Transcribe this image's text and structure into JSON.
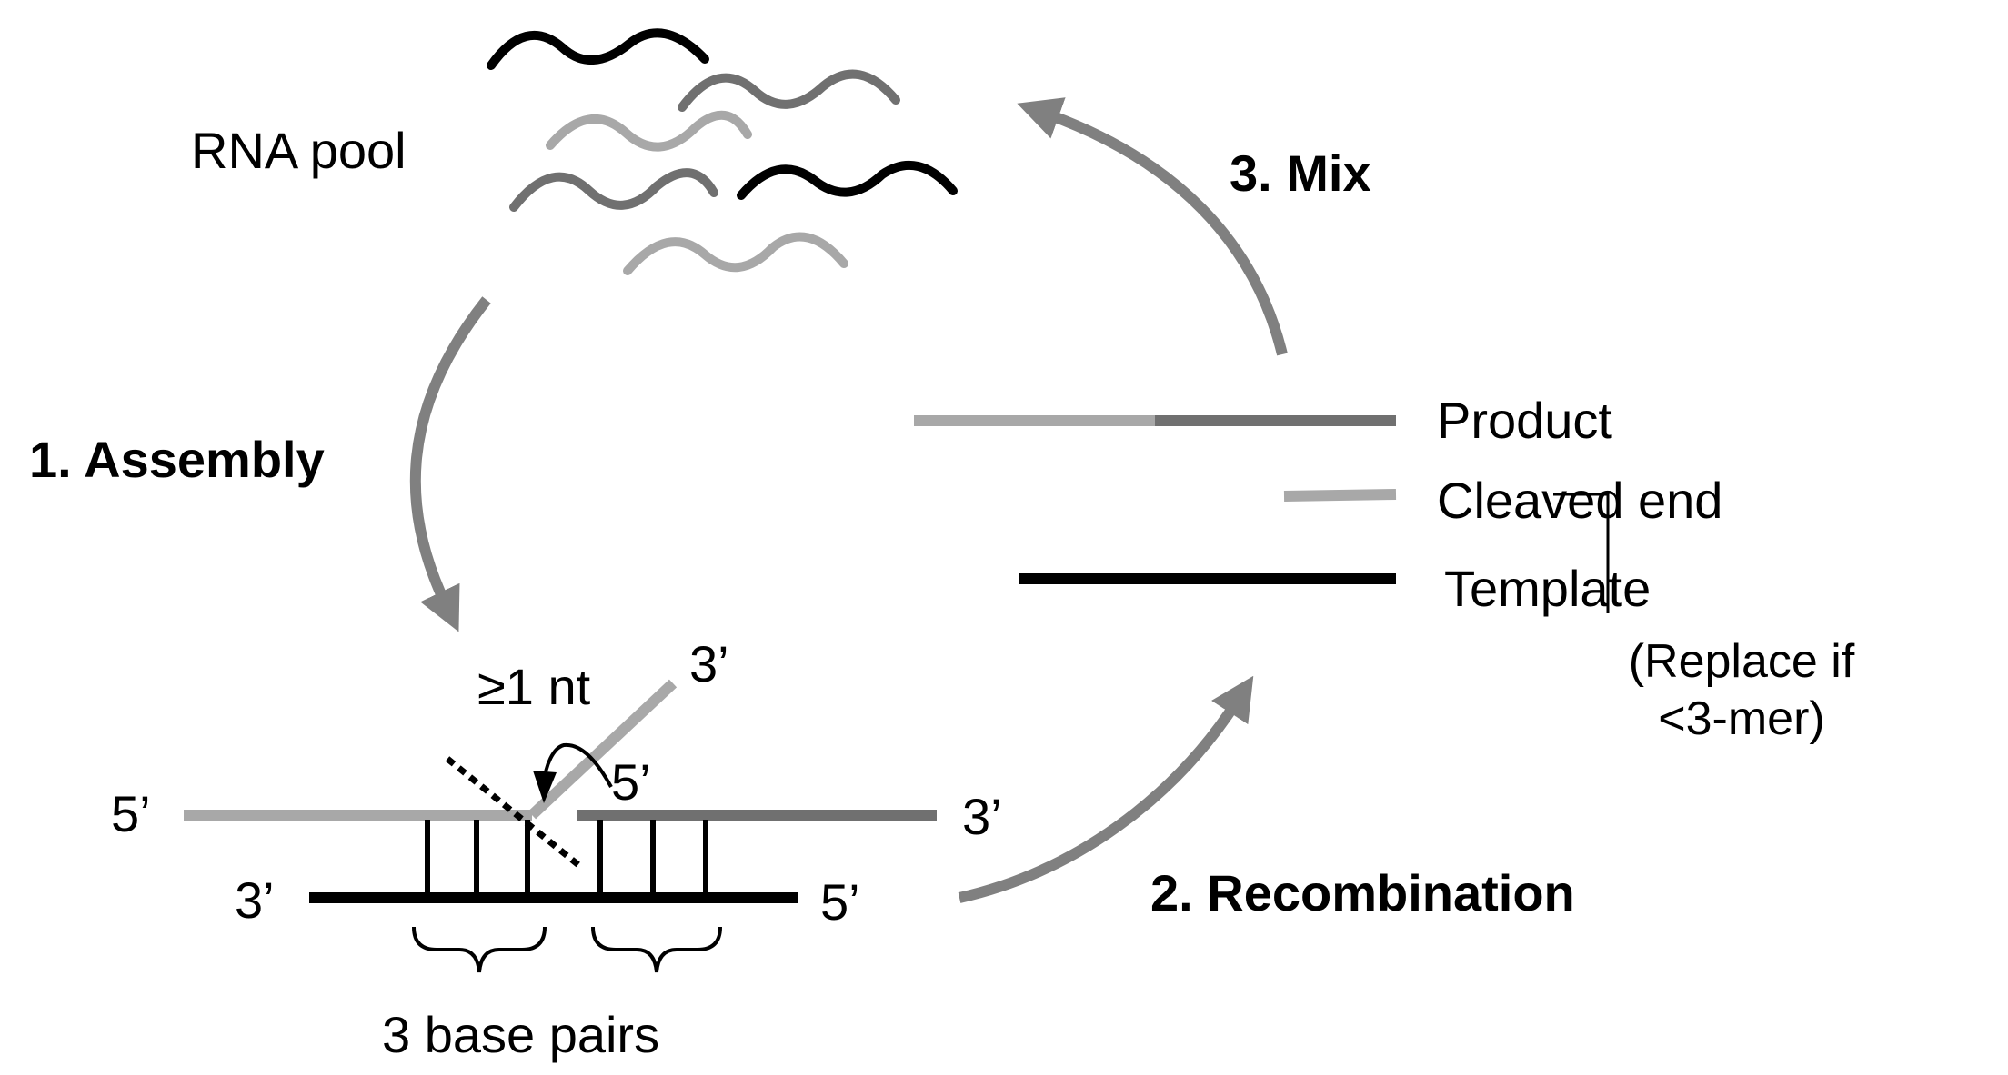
{
  "labels": {
    "rna_pool": "RNA pool",
    "step1": "1. Assembly",
    "step2": "2. Recombination",
    "step3": "3. Mix",
    "product": "Product",
    "cleaved_end": "Cleaved end",
    "template": "Template",
    "replace_line1": "(Replace if",
    "replace_line2": "<3-mer)",
    "min_nt": "≥1 nt",
    "base_pairs": "3 base pairs",
    "end_5_left": "5’",
    "end_3_left": "3’",
    "end_3_top": "3’",
    "end_5_mid": "5’",
    "end_3_right": "3’",
    "end_5_right": "5’"
  },
  "colors": {
    "black": "#000000",
    "dark_gray": "#707070",
    "light_gray": "#a8a8a8",
    "arrow_gray": "#808080"
  }
}
